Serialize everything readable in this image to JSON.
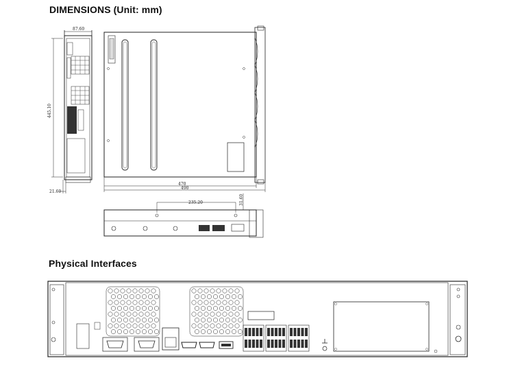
{
  "headings": {
    "dimensions": "DIMENSIONS  (Unit: mm)",
    "physical_interfaces": "Physical Interfaces"
  },
  "dimensions": {
    "front_width": "87.60",
    "height": "445.10",
    "bottom_offset": "21.60",
    "inner_length": "470",
    "total_length": "490",
    "mount_spacing": "235.20",
    "side_offset": "31.60"
  }
}
